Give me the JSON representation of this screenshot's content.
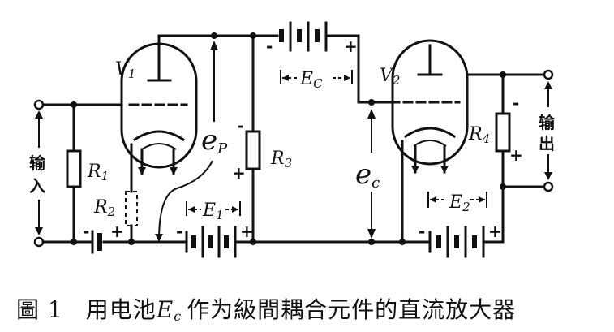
{
  "labels": {
    "v1": "V",
    "v1_sub": "1",
    "v2": "V",
    "v2_sub": "2",
    "r1": "R",
    "r1_sub": "1",
    "r2": "R",
    "r2_sub": "2",
    "r3": "R",
    "r3_sub": "3",
    "r4": "R",
    "r4_sub": "4",
    "e1": "E",
    "e1_sub": "1",
    "e2": "E",
    "e2_sub": "2",
    "ec_batt": "E",
    "ec_batt_sub": "C",
    "ep": "e",
    "ep_sub": "P",
    "ec_volt": "e",
    "ec_volt_sub": "c",
    "input": [
      "输",
      "入"
    ],
    "output": [
      "输",
      "出"
    ],
    "plus": "+",
    "minus": "-"
  },
  "caption": {
    "fig": "圖 1",
    "text_before": "用电池",
    "symbol": "E",
    "symbol_sub": "c",
    "text_after": "作为級間耦合元件的直流放大器"
  }
}
